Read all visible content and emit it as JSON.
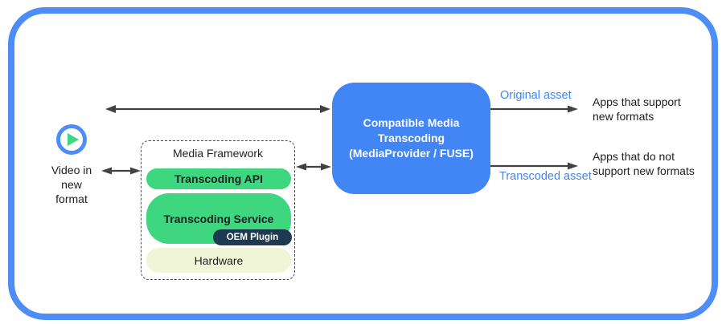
{
  "colors": {
    "frame_blue": "#4e8cf6",
    "box_blue": "#4285f4",
    "green": "#3ed67e",
    "navy": "#1d3a50",
    "pale_yellow": "#f0f5d7",
    "arrow_gray": "#424242",
    "label_blue": "#4285f4",
    "text_black": "#202124"
  },
  "source": {
    "icon": "play-icon",
    "label": "Video in\nnew\nformat"
  },
  "media_framework": {
    "title": "Media Framework",
    "layers": [
      {
        "label": "Transcoding API"
      },
      {
        "label": "Transcoding Service",
        "plugin_label": "OEM Plugin"
      },
      {
        "label": "Hardware"
      }
    ]
  },
  "transcoder": {
    "label": "Compatible Media\nTranscoding\n(MediaProvider / FUSE)"
  },
  "outputs": [
    {
      "asset_label": "Original asset",
      "destination": "Apps that support\nnew formats"
    },
    {
      "asset_label": "Transcoded asset",
      "destination": "Apps that do not\nsupport new formats"
    }
  ]
}
